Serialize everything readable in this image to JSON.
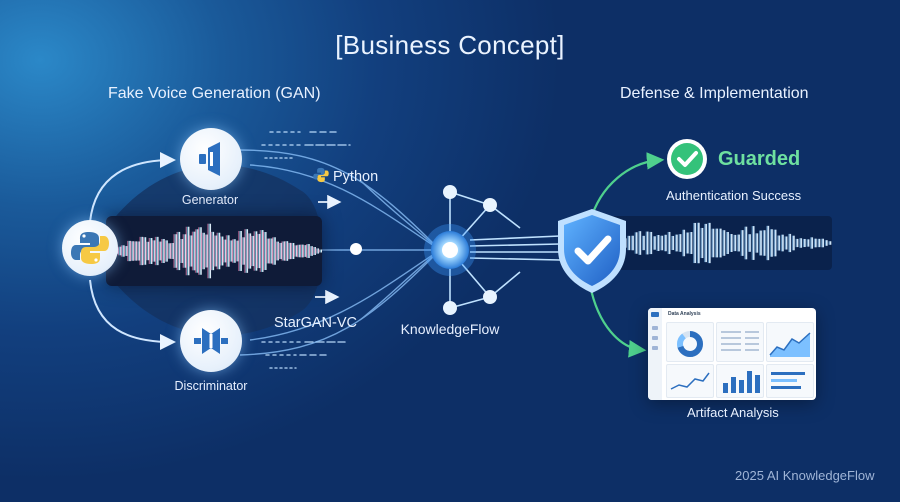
{
  "title": "[Business Concept]",
  "left_section": {
    "heading": "Fake Voice Generation (GAN)",
    "generator_label": "Generator",
    "discriminator_label": "Discriminator",
    "python_label": "Python",
    "stargan_label": "StarGAN-VC"
  },
  "center": {
    "label": "KnowledgeFlow"
  },
  "right_section": {
    "heading": "Defense & Implementation",
    "guarded_label": "Guarded",
    "auth_label": "Authentication Success",
    "artifact_label": "Artifact Analysis",
    "dashboard_title": "Data Analysis"
  },
  "footer": {
    "credit": "2025 AI KnowledgeFlow"
  },
  "colors": {
    "accent_blue": "#4aa8ff",
    "guard_green": "#34c27a",
    "wave_pink": "#ff7fb0",
    "wave_cyan": "#7fe9ff",
    "shield_blue": "#2f7fe0"
  },
  "icons": {
    "generator": "generator-icon",
    "discriminator": "discriminator-icon",
    "python": "python-icon",
    "shield": "shield-check-icon",
    "check": "check-circle-icon"
  }
}
